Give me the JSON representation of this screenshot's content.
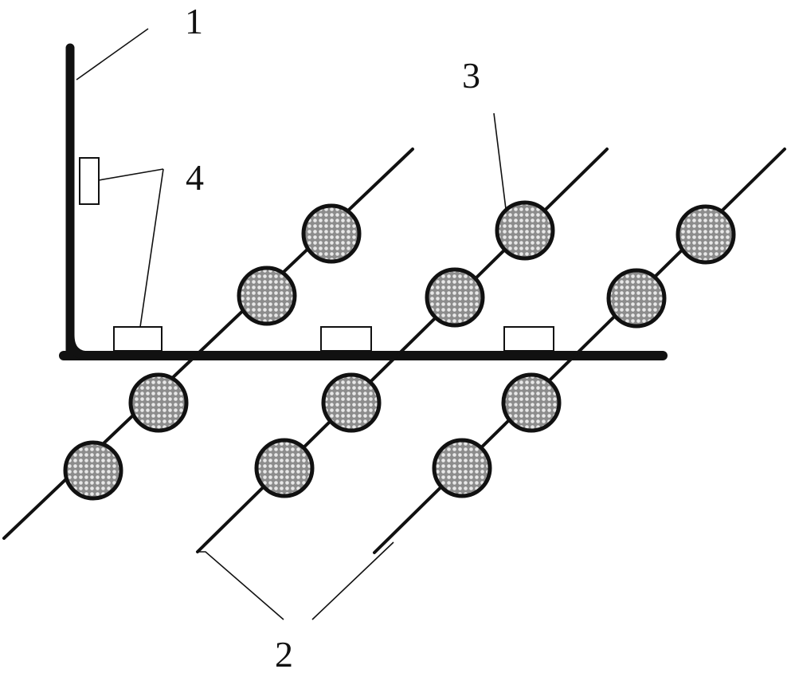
{
  "labels": {
    "frame": "1",
    "rods": "2",
    "balls": "3",
    "blocks": "4"
  },
  "colors": {
    "ink": "#111111",
    "ball_fill": "#9a9a9a",
    "background": "#ffffff"
  }
}
